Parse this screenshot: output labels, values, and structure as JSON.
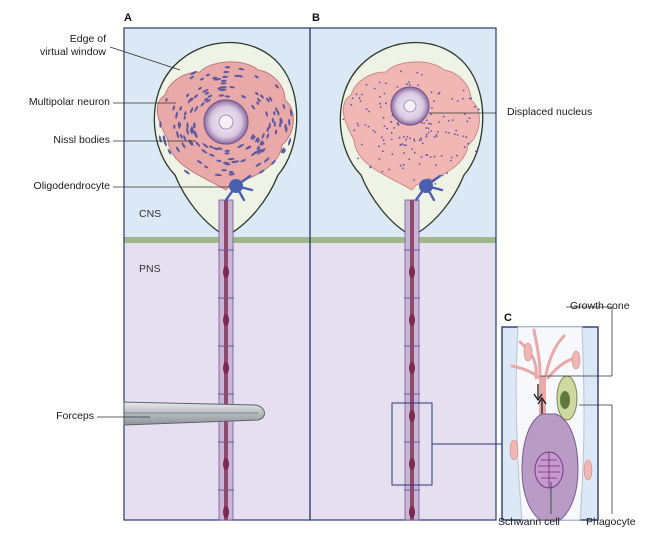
{
  "panels": {
    "a": "A",
    "b": "B",
    "c": "C"
  },
  "zones": {
    "cns": "CNS",
    "pns": "PNS"
  },
  "labels": {
    "edge_line1": "Edge of",
    "edge_line2": "virtual window",
    "multipolar": "Multipolar neuron",
    "nissl": "Nissl bodies",
    "oligo": "Oligodendrocyte",
    "forceps": "Forceps",
    "displaced": "Displaced nucleus",
    "growth": "Growth cone",
    "phagocyte": "Phagocyte",
    "schwann": "Schwann cell"
  },
  "colors": {
    "cns_bg": "#dce8f5",
    "pns_bg": "#e6dfef",
    "boundary": "#9fb88a",
    "window_fill": "#eef3e6",
    "neuron": "#e8a9a8",
    "nissl": "#5d5aa2",
    "axon": "#8d4a6b",
    "myelin": "#c9b6d6",
    "oligo": "#4a5fb0",
    "forceps": "#b7bcc0"
  }
}
